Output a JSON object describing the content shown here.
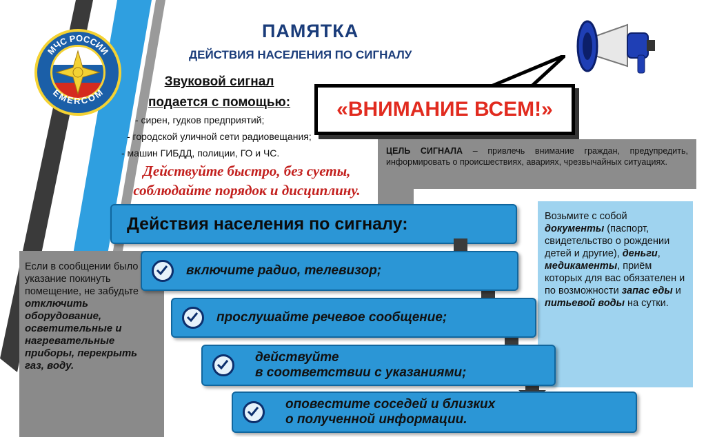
{
  "logo": {
    "top_text": "МЧС РОССИИ",
    "bottom_text": "EMERCOM"
  },
  "header": {
    "title": "ПАМЯТКА",
    "subtitle": "ДЕЙСТВИЯ НАСЕЛЕНИЯ ПО СИГНАЛУ"
  },
  "sound": {
    "heading_line1": "Звуковой сигнал",
    "heading_line2": "подается с помощью:",
    "sources": [
      "- сирен, гудков предприятий;",
      "- городской уличной сети радиовещания;",
      "- машин ГИБДД, полиции, ГО и ЧС."
    ]
  },
  "note": {
    "line1": "Действуйте быстро, без суеты,",
    "line2": "соблюдайте порядок и дисциплину."
  },
  "signal": {
    "text": "«ВНИМАНИЕ ВСЕМ!»"
  },
  "goal": {
    "label": "ЦЕЛЬ СИГНАЛА",
    "text": " – привлечь внимание граждан, предупредить, информировать о происшествиях, авариях, чрезвычайных ситуациях."
  },
  "actions": {
    "title": "Действия населения по сигналу:",
    "steps": [
      {
        "line1": "включите радио, телевизор;",
        "line2": ""
      },
      {
        "line1": "прослушайте речевое сообщение;",
        "line2": ""
      },
      {
        "line1": "действуйте",
        "line2": "в соответствии с указаниями;"
      },
      {
        "line1": "оповестите соседей и близких",
        "line2": "о полученной информации."
      }
    ]
  },
  "left_note": {
    "plain": "Если в сообщении было указание покинуть помещение, не забудьте ",
    "bold": "отключить оборудование, осветительные и нагревательные приборы, перекрыть газ, воду."
  },
  "right_note": {
    "p1": "Возьмите с собой ",
    "b1": "документы",
    "p2": " (паспорт, свидетельство о рождении детей и другие), ",
    "b2": "деньги",
    "p3": ", ",
    "b3": "медикаменты",
    "p4": ", приём которых для вас обязателен и по возможности ",
    "b4": "запас еды",
    "p5": " и ",
    "b5": "питьевой воды",
    "p6": " на сутки."
  },
  "colors": {
    "accent_blue": "#2b96d6",
    "title_blue": "#1a3c7a",
    "alert_red": "#e12b1f",
    "grey_panel": "#8c8c8c"
  }
}
